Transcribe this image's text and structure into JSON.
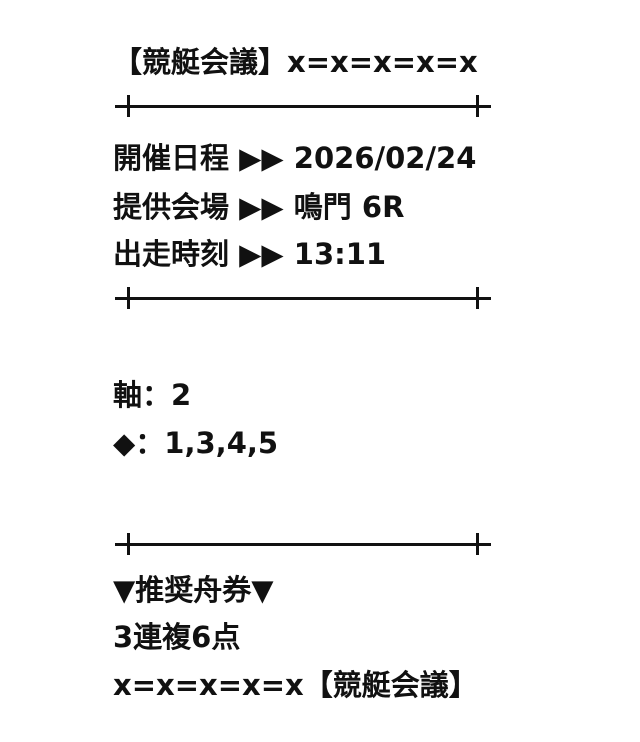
{
  "header": "【競艇会議】x=x=x=x=x",
  "race_info": {
    "date": "開催日程 ▶▶ 2026/02/24",
    "venue": "提供会場 ▶▶ 鳴門 6R",
    "start_time": "出走時刻 ▶▶ 13:11"
  },
  "prediction": {
    "axis": "軸：2",
    "partners": "◆：1,3,4,5"
  },
  "recommendation": {
    "heading": "▼推奨舟券▼",
    "bet": "3連複6点",
    "footer": "x=x=x=x=x【競艇会議】"
  }
}
